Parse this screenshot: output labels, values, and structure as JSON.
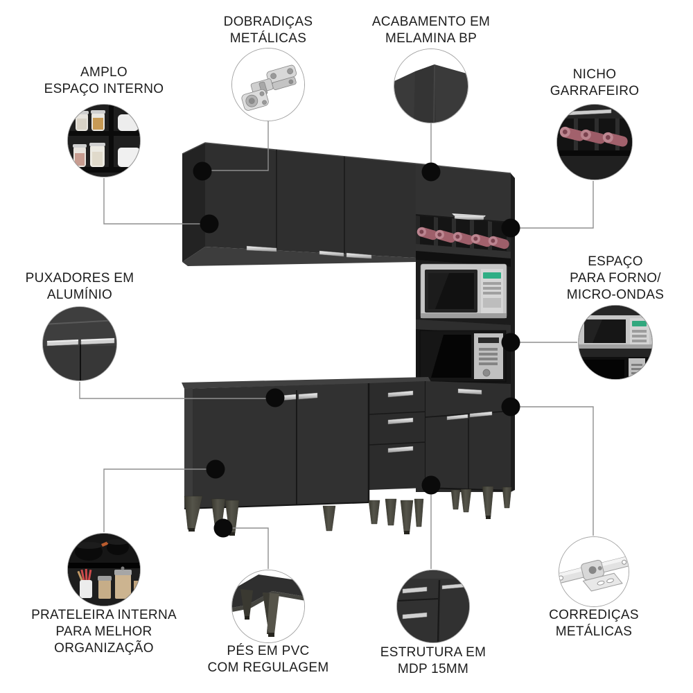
{
  "figure": {
    "type": "product feature callout diagram",
    "subject": "black compact kitchen cabinet set"
  },
  "callouts": [
    {
      "id": "amplo-espaco-interno",
      "lines": [
        "AMPLO",
        "ESPAÇO INTERNO"
      ],
      "inset_image": "interior-shelves-with-jars"
    },
    {
      "id": "dobradicas-metalicas",
      "lines": [
        "DOBRADIÇAS",
        "METÁLICAS"
      ],
      "inset_image": "metal-hinge"
    },
    {
      "id": "acabamento-melamina",
      "lines": [
        "ACABAMENTO EM",
        "MELAMINA BP"
      ],
      "inset_image": "melamine-panel-corner"
    },
    {
      "id": "nicho-garrafeiro",
      "lines": [
        "NICHO",
        "GARRAFEIRO"
      ],
      "inset_image": "wine-bottle-niche"
    },
    {
      "id": "puxadores-aluminio",
      "lines": [
        "PUXADORES EM",
        "ALUMÍNIO"
      ],
      "inset_image": "aluminum-handles"
    },
    {
      "id": "espaco-forno-microondas",
      "lines": [
        "ESPAÇO",
        "PARA FORNO/",
        "MICRO-ONDAS"
      ],
      "inset_image": "oven-microwave-space"
    },
    {
      "id": "prateleira-interna",
      "lines": [
        "PRATELEIRA INTERNA",
        "PARA MELHOR",
        "ORGANIZAÇÃO"
      ],
      "inset_image": "internal-shelf-with-pots"
    },
    {
      "id": "pes-pvc",
      "lines": [
        "PÉS EM PVC",
        "COM REGULAGEM"
      ],
      "inset_image": "adjustable-pvc-feet"
    },
    {
      "id": "estrutura-mdp",
      "lines": [
        "ESTRUTURA EM",
        "MDP 15MM"
      ],
      "inset_image": "mdp-panel-structure"
    },
    {
      "id": "corredicas-metalicas",
      "lines": [
        "CORREDIÇAS",
        "METÁLICAS"
      ],
      "inset_image": "metal-drawer-slide"
    }
  ],
  "furniture_modules": [
    "upper wall cabinet with 3 doors",
    "tall cabinet with bottle niche and two oven/microwave spaces",
    "base cabinet with 2 doors, 3 drawers, drawer and 2 doors under tower"
  ],
  "colors": {
    "background": "#ffffff",
    "furniture": "#2e2e2e",
    "handle_silver": "#c9c9c9",
    "wine_bottle": "#a2616c",
    "text": "#1c1c1c",
    "connector_line": "#8f8f8f",
    "marker_dot": "#0a0a0a"
  }
}
